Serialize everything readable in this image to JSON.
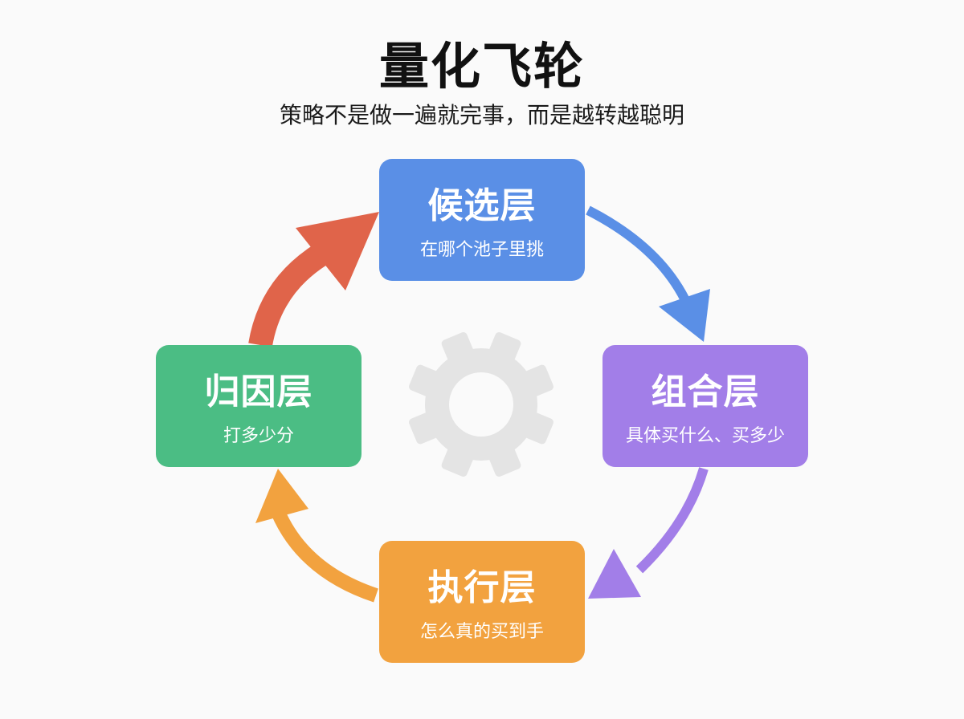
{
  "header": {
    "title": "量化飞轮",
    "subtitle": "策略不是做一遍就完事，而是越转越聪明"
  },
  "nodes": [
    {
      "id": "candidate",
      "title": "候选层",
      "desc": "在哪个池子里挑",
      "color": "#5a8fe6"
    },
    {
      "id": "portfolio",
      "title": "组合层",
      "desc": "具体买什么、买多少",
      "color": "#a27ee8"
    },
    {
      "id": "execution",
      "title": "执行层",
      "desc": "怎么真的买到手",
      "color": "#f2a23f"
    },
    {
      "id": "attribution",
      "title": "归因层",
      "desc": "打多少分",
      "color": "#4bbd84"
    }
  ],
  "arrows": [
    {
      "from": "candidate",
      "to": "portfolio",
      "color": "#5a8fe6"
    },
    {
      "from": "portfolio",
      "to": "execution",
      "color": "#a27ee8"
    },
    {
      "from": "execution",
      "to": "attribution",
      "color": "#f2a23f"
    },
    {
      "from": "attribution",
      "to": "candidate",
      "color": "#e0644a"
    }
  ],
  "center_icon": {
    "name": "gear-icon",
    "color": "#e4e4e4"
  }
}
